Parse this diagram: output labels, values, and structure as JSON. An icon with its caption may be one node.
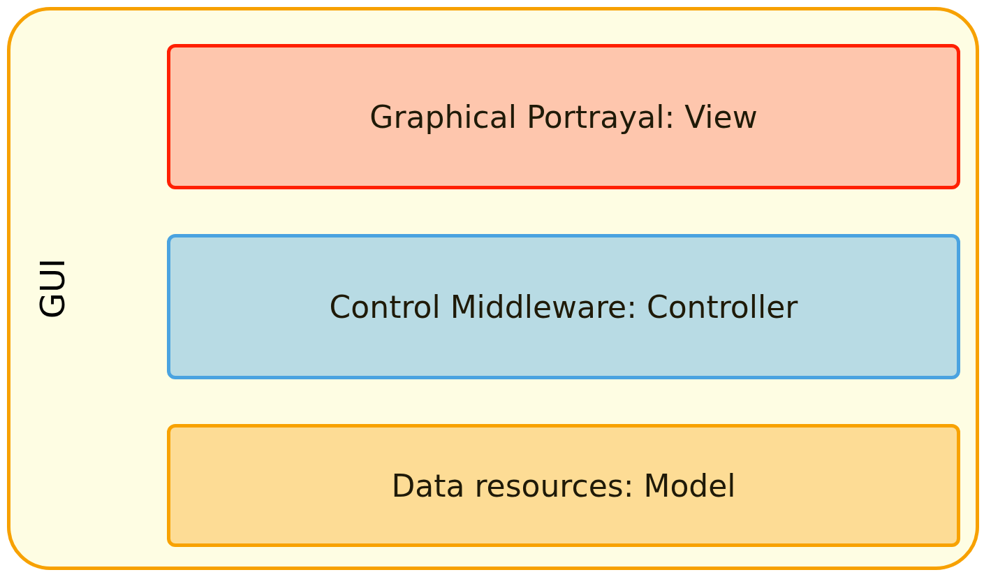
{
  "diagram": {
    "nodes": [
      {
        "text": [
          "GUI"
        ]
      },
      {
        "text": [
          "Graphical Portrayal: View"
        ],
        "in": 0
      },
      {
        "text": [
          "Control Middleware: Controller"
        ],
        "in": 0
      },
      {
        "text": [
          "Data resources: Model"
        ],
        "in": 0
      }
    ]
  }
}
